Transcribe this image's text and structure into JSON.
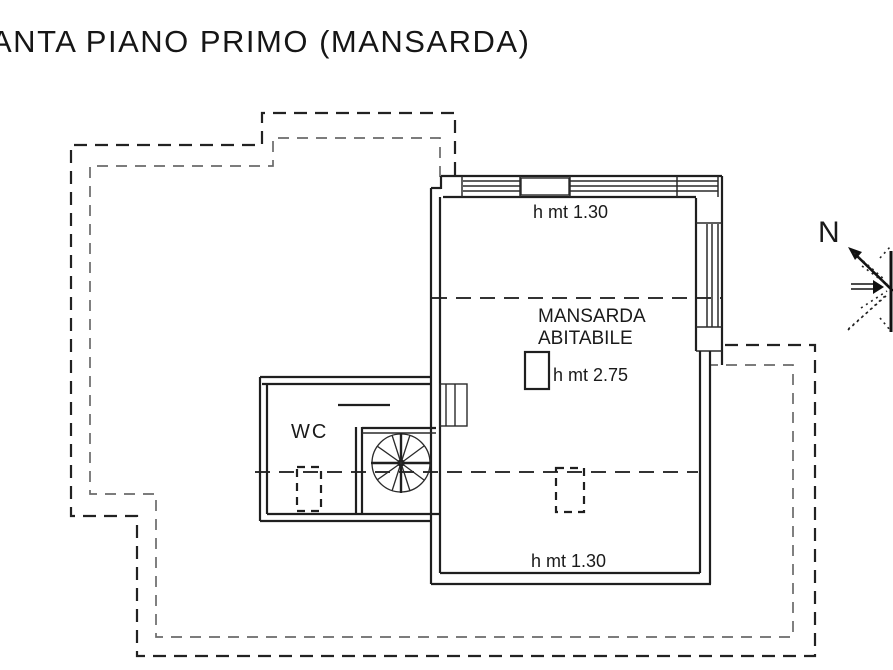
{
  "title": "ANTA PIANO PRIMO (MANSARDA)",
  "plan": {
    "labels": {
      "upper_height": "h mt 1.30",
      "room_line1": "MANSARDA",
      "room_line2": "ABITABILE",
      "room_height": "h mt 2.75",
      "lower_height": "h mt 1.30",
      "wc": "WC",
      "north": "N"
    },
    "colors": {
      "line": "#1f1f1f",
      "roof_outline_outer": "#222222",
      "roof_outline_inner": "#6a6a6a",
      "section_line": "#333333",
      "background": "#ffffff"
    }
  }
}
